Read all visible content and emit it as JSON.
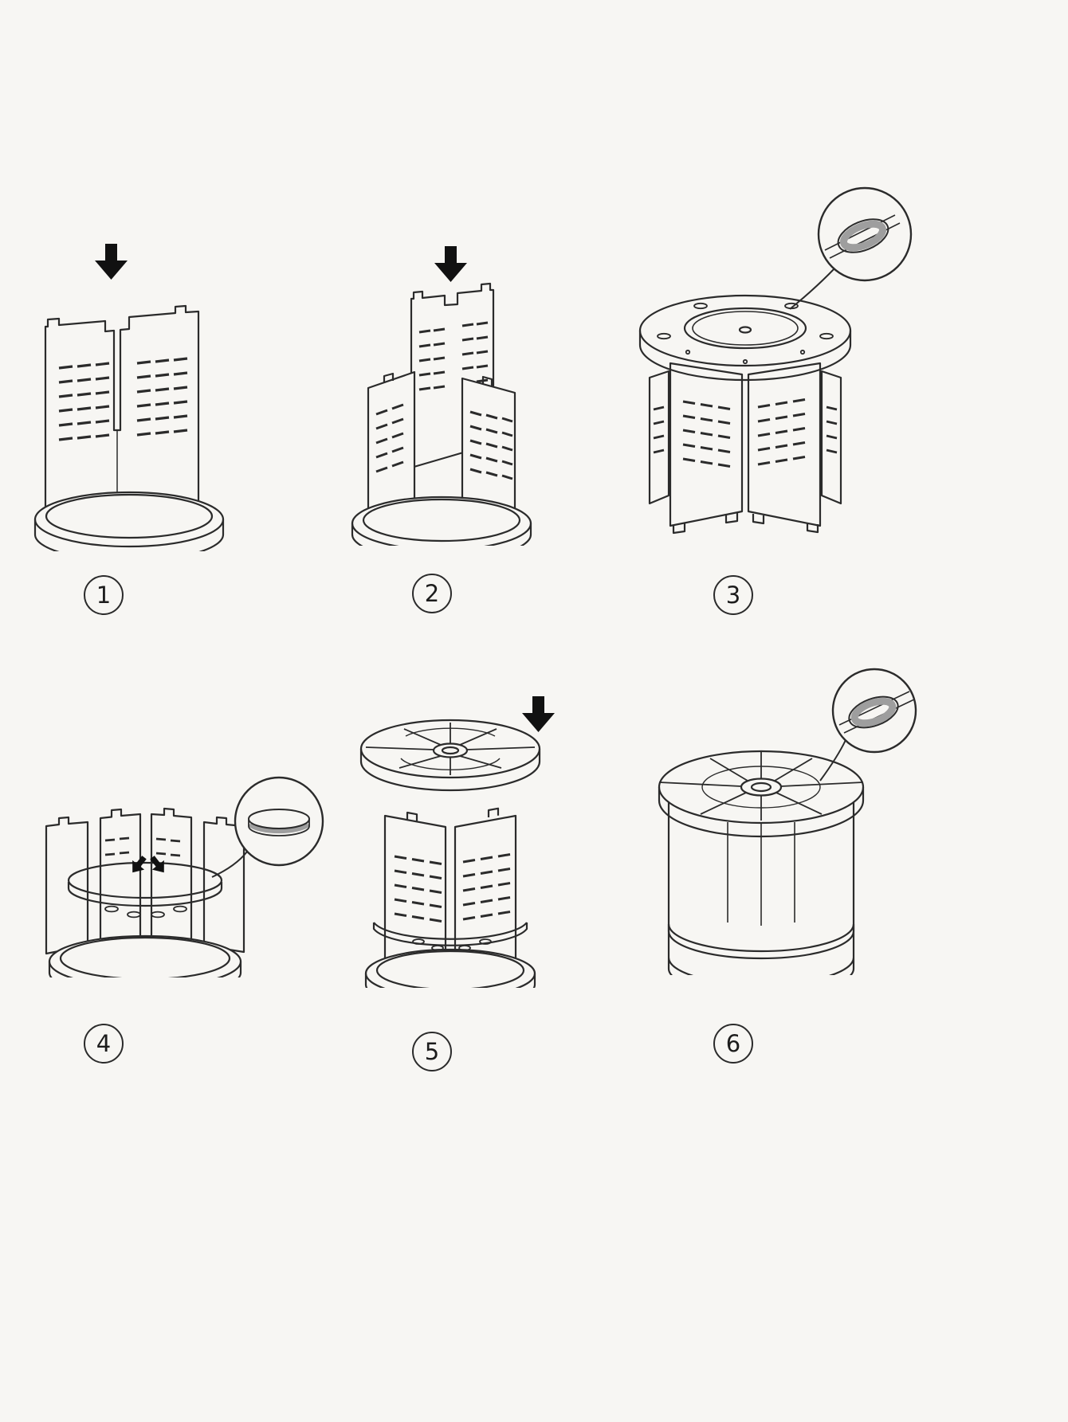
{
  "document": {
    "kind": "assembly-instruction-diagram",
    "visible_text": [
      "1",
      "2",
      "3",
      "4",
      "5",
      "6"
    ]
  },
  "colors": {
    "background": "#f7f6f3",
    "line": "#2b2b2b",
    "arrow": "#111111",
    "highlight_gray": "#9e9e9e"
  },
  "steps": [
    {
      "label": "1",
      "icons": [
        "down-arrow-icon"
      ]
    },
    {
      "label": "2",
      "icons": [
        "down-arrow-icon"
      ]
    },
    {
      "label": "3",
      "icons": [
        "magnifier-callout",
        "grommet-ring-icon"
      ]
    },
    {
      "label": "4",
      "icons": [
        "magnifier-callout",
        "insert-arrows-icon"
      ]
    },
    {
      "label": "5",
      "icons": [
        "down-arrow-icon"
      ]
    },
    {
      "label": "6",
      "icons": [
        "magnifier-callout",
        "grommet-ring-icon"
      ]
    }
  ]
}
